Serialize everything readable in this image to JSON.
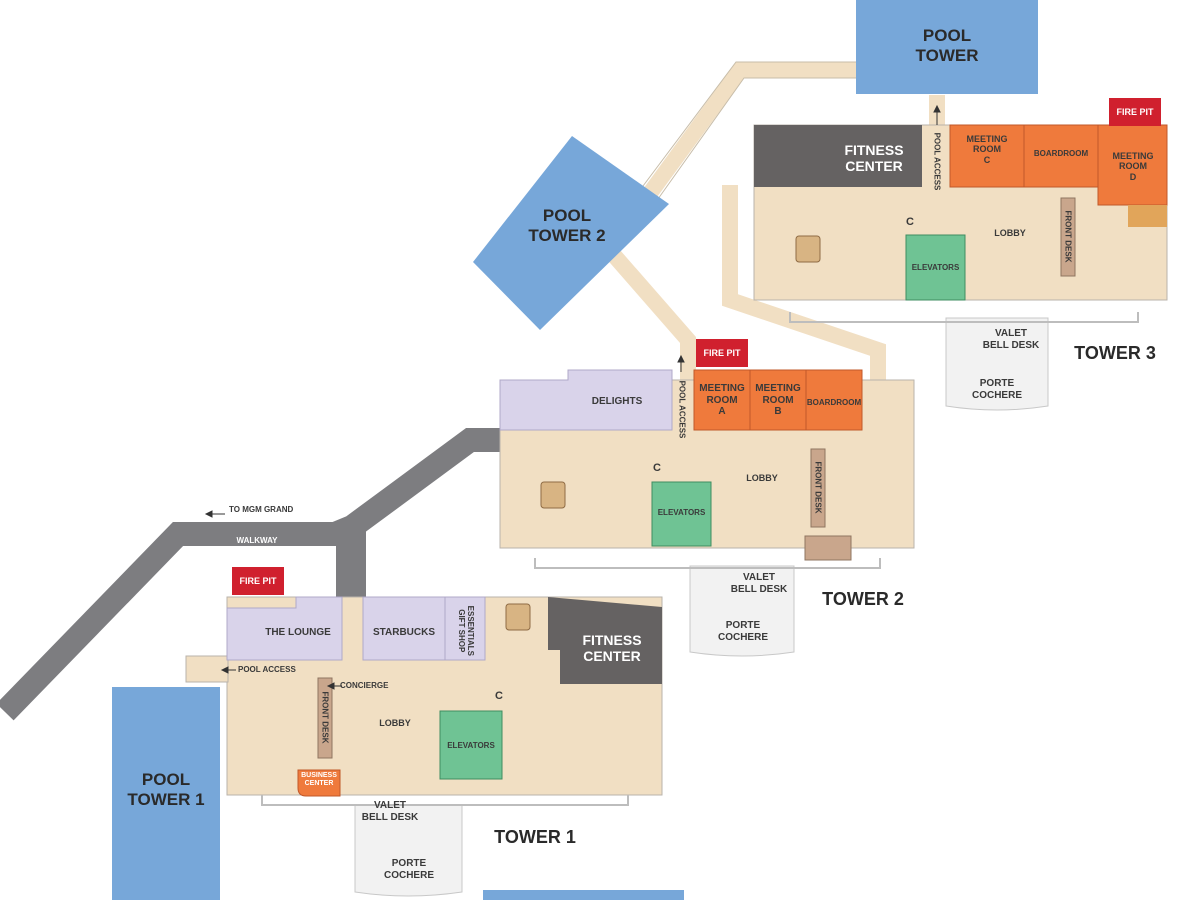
{
  "map": {
    "colors": {
      "floor": "#f1dfc3",
      "outline": "#b9b3ab",
      "pool": "#77a7d9",
      "walkway": "#7d7d80",
      "meeting": "#ef7a3c",
      "fitness": "#656262",
      "retail": "#d9d3ea",
      "elevator": "#6fc394",
      "firepit": "#d0202e",
      "frontdesk": "#c9a68c",
      "cochere": "#f2f2f2"
    },
    "walkway": {
      "label": "WALKWAY",
      "to_mgm": "TO MGM GRAND"
    },
    "pool_tower": "POOL\nTOWER",
    "pool_tower_1": "POOL\nTOWER 1",
    "pool_tower_2": "POOL\nTOWER 2",
    "tower1": {
      "name": "TOWER 1",
      "fire_pit": "FIRE PIT",
      "the_lounge": "THE LOUNGE",
      "starbucks": "STARBUCKS",
      "essentials": "ESSENTIALS\nGIFT SHOP",
      "fitness": "FITNESS\nCENTER",
      "pool_access": "POOL ACCESS",
      "concierge": "CONCIERGE",
      "front_desk": "FRONT DESK",
      "lobby": "LOBBY",
      "elevators": "ELEVATORS",
      "business_center": "BUSINESS\nCENTER",
      "valet": "VALET\nBELL DESK",
      "porte_cochere": "PORTE\nCOCHERE"
    },
    "tower2": {
      "name": "TOWER 2",
      "fire_pit": "FIRE PIT",
      "delights": "DELIGHTS",
      "pool_access": "POOL ACCESS",
      "meeting_a": "MEETING\nROOM\nA",
      "meeting_b": "MEETING\nROOM\nB",
      "boardroom": "BOARDROOM",
      "lobby": "LOBBY",
      "front_desk": "FRONT DESK",
      "elevators": "ELEVATORS",
      "valet": "VALET\nBELL DESK",
      "porte_cochere": "PORTE\nCOCHERE"
    },
    "tower3": {
      "name": "TOWER 3",
      "fire_pit": "FIRE PIT",
      "fitness": "FITNESS\nCENTER",
      "pool_access": "POOL ACCESS",
      "meeting_c": "MEETING\nROOM\nC",
      "boardroom": "BOARDROOM",
      "meeting_d": "MEETING\nROOM\nD",
      "lobby": "LOBBY",
      "front_desk": "FRONT DESK",
      "elevators": "ELEVATORS",
      "valet": "VALET\nBELL DESK",
      "porte_cochere": "PORTE\nCOCHERE"
    }
  }
}
